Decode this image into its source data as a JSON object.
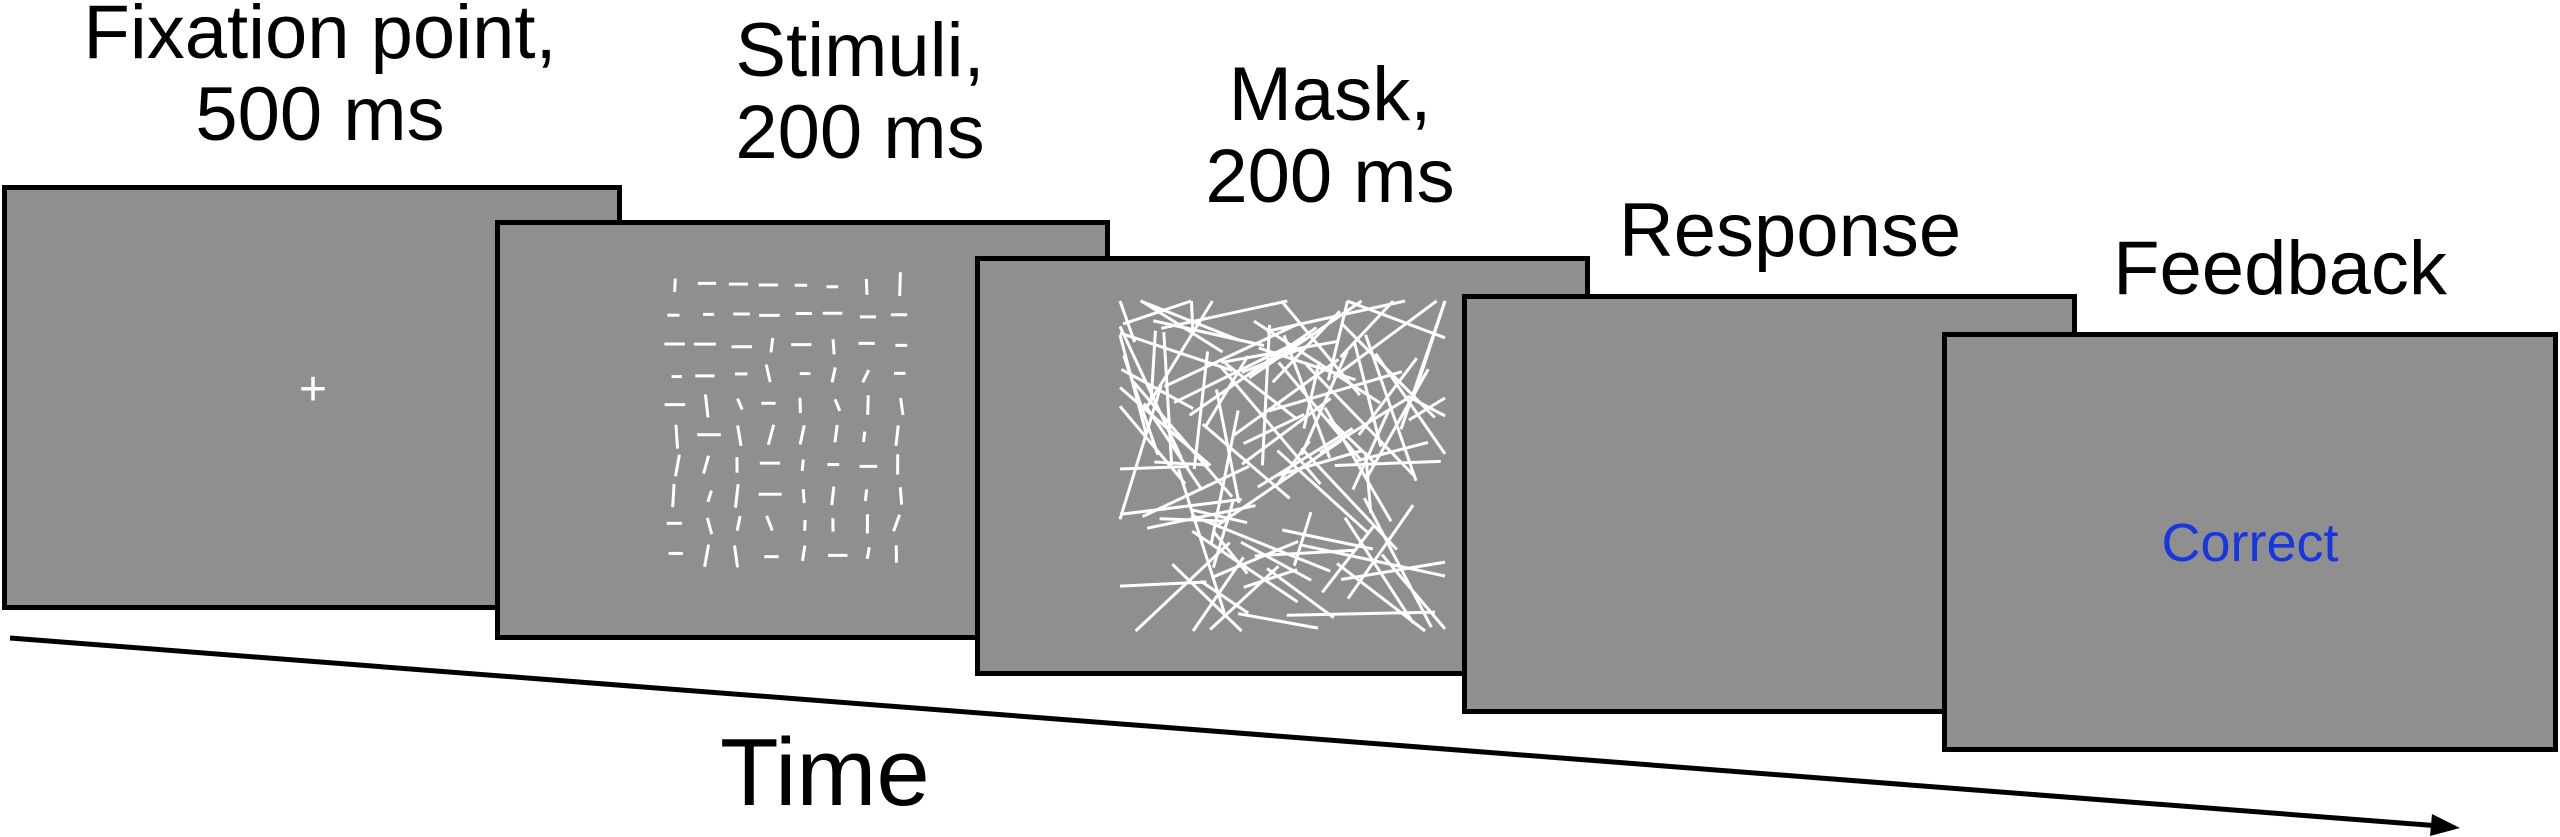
{
  "stages": [
    {
      "label_lines": [
        "Fixation point,",
        "500 ms"
      ],
      "content": "+"
    },
    {
      "label_lines": [
        "Stimuli,",
        "200 ms"
      ]
    },
    {
      "label_lines": [
        "Mask,",
        "200 ms"
      ]
    },
    {
      "label_lines": [
        "Response"
      ]
    },
    {
      "label_lines": [
        "Feedback"
      ],
      "content": "Correct"
    }
  ],
  "time_axis_label": "Time",
  "colors": {
    "screen_fill": "#8f8f8f",
    "screen_border": "#000000",
    "marks": "#ffffff",
    "feedback_text": "#1636e0"
  }
}
